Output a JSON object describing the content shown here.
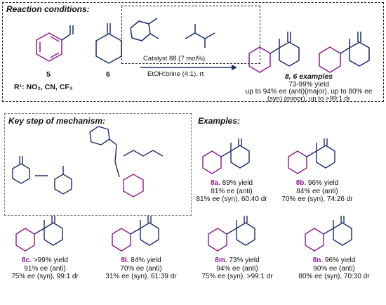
{
  "reaction": {
    "title": "Reaction conditions:",
    "catalyst": "Catalyst 88 (7 mol%)",
    "solvent": "EtOH:brine (4:1), rt",
    "substrate_aldehyde": "5",
    "substrate_ketone": "6",
    "substituents": "R¹: NO₂, CN, CF₃",
    "product_label": "8, 6 examples",
    "yield": "73-99% yield",
    "ee_line1": "up to 94% ee (anti)(major), up to 80% ee",
    "ee_line2": "(syn) (minor), up to >99:1 dr"
  },
  "mechanism": {
    "title": "Key step of mechanism:"
  },
  "examples": {
    "title": "Examples:",
    "items": [
      {
        "id": "8a",
        "label": "8a.",
        "yield": "89% yield",
        "l2": "81% ee (anti)",
        "l3": "81% ee (syn), 60:40 dr"
      },
      {
        "id": "8b",
        "label": "8b.",
        "yield": "96% yield",
        "l2": "84% ee (anti)",
        "l3": "70% ee (syn), 74:26 dr"
      },
      {
        "id": "8c",
        "label": "8c.",
        "yield": ">99% yield",
        "l2": "91% ee (anti)",
        "l3": "75% ee (syn), 99:1 dr"
      },
      {
        "id": "8l",
        "label": "8l.",
        "yield": "84% yield",
        "l2": "70% ee (anti)",
        "l3": "31% ee (syn), 61:39 dr"
      },
      {
        "id": "8m",
        "label": "8m.",
        "yield": "73% yield",
        "l2": "94% ee (anti)",
        "l3": "75% ee (syn), >99:1 dr"
      },
      {
        "id": "8n",
        "label": "8n.",
        "yield": "96% yield",
        "l2": "90% ee (anti)",
        "l3": "80% ee (syn), 70:30 dr"
      }
    ]
  },
  "colors": {
    "accent": "#8e1a8c",
    "bond": "#1a2a6c",
    "border": "#222222"
  }
}
